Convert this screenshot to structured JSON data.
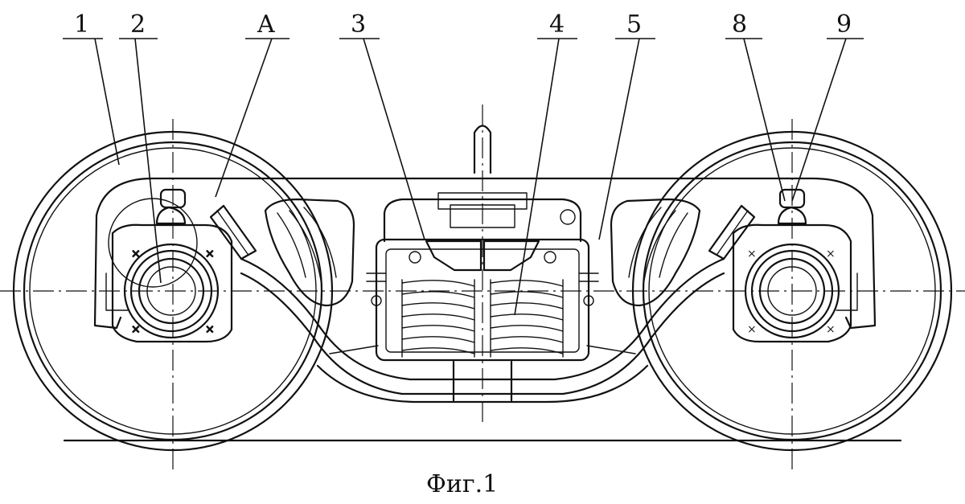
{
  "callouts": {
    "c1": "1",
    "c2": "2",
    "cA": "A",
    "c3": "3",
    "c4": "4",
    "c5": "5",
    "c8": "8",
    "c9": "9"
  },
  "caption": "Фиг.1",
  "colors": {
    "ink": "#111111",
    "paper": "#ffffff"
  }
}
